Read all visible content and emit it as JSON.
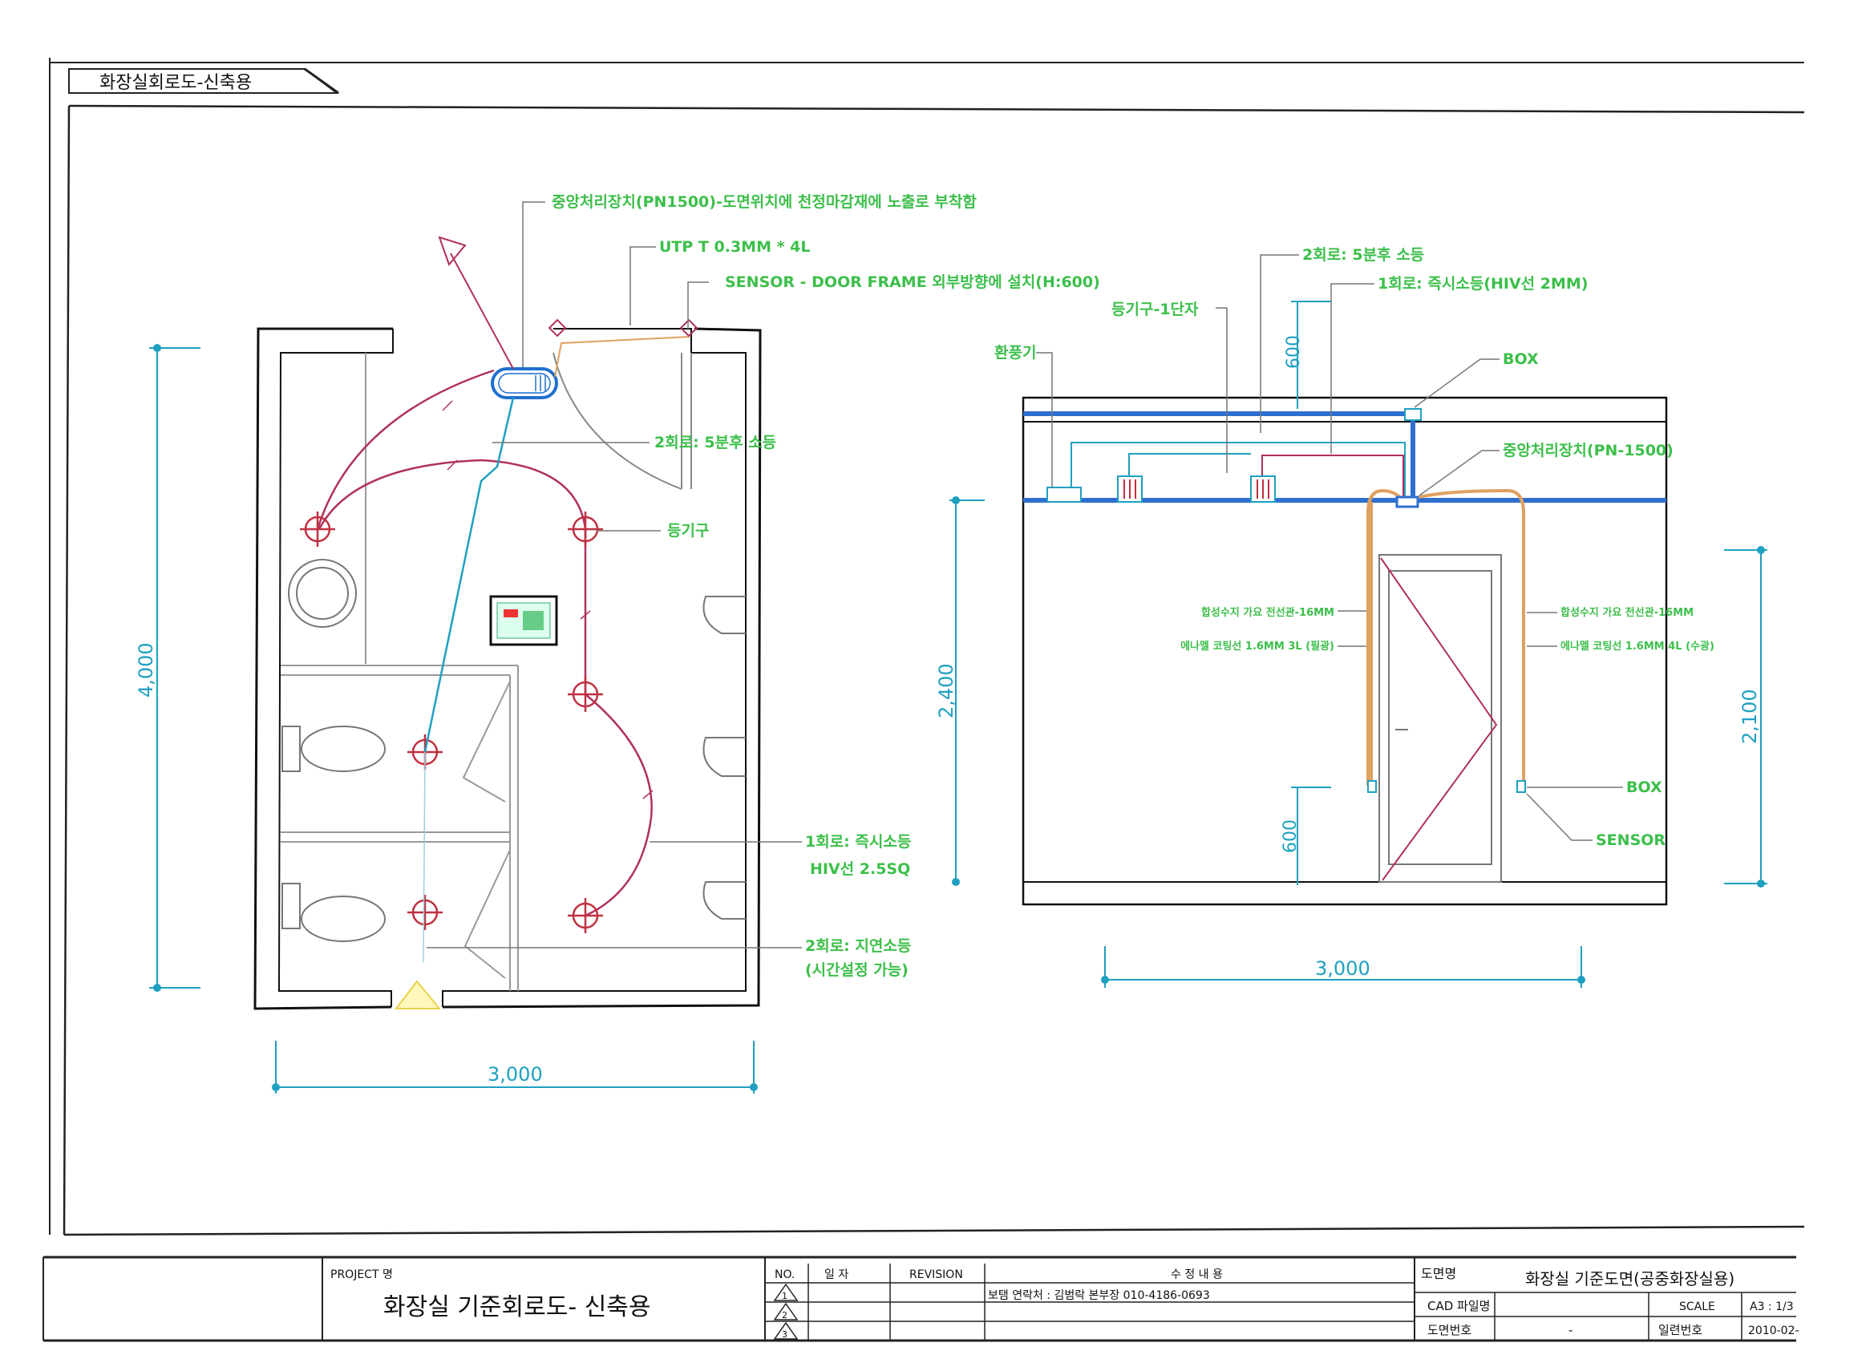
{
  "sheet": {
    "tab_title": "화장실회로도-신축용"
  },
  "plan": {
    "labels": {
      "central_unit": "중앙처리장치(PN1500)-도면위치에 천정마감재에 노출로 부착함",
      "utp": "UTP T 0.3MM * 4L",
      "sensor": "SENSOR - DOOR FRAME 외부방향에 설치(H:600)",
      "circuit2_5min": "2회로: 5분후 소등",
      "fixture": "등기구",
      "circuit1_a": "1회로: 즉시소등",
      "circuit1_b": "HIV선 2.5SQ",
      "circuit2_delay_a": "2회로: 지연소등",
      "circuit2_delay_b": "(시간설정 가능)"
    },
    "dims": {
      "height": "4,000",
      "width": "3,000"
    }
  },
  "elevation": {
    "labels": {
      "circuit2": "2회로: 5분후 소등",
      "circuit1": "1회로: 즉시소등(HIV선 2MM)",
      "fixture_terminal": "등기구-1단자",
      "fan": "환풍기",
      "box_top": "BOX",
      "central_unit": "중앙처리장치(PN-1500)",
      "conduit_left": "합성수지 가요 전선관-16MM",
      "wire_left": "에나멜 코팅선 1.6MM  3L (필광)",
      "conduit_right": "합성수지 가요 전선관-16MM",
      "wire_right": "에나멜 코팅선 1.6MM  4L (수광)",
      "box_bottom": "BOX",
      "sensor": "SENSOR"
    },
    "dims": {
      "top_600": "600",
      "bottom_600": "600",
      "height_2400": "2,400",
      "height_2100": "2,100",
      "width": "3,000"
    }
  },
  "title_block": {
    "project_label": "PROJECT 명",
    "project_name": "화장실 기준회로도- 신축용",
    "no_header": "NO.",
    "date_header": "일   자",
    "revision_header": "REVISION",
    "contents_header": "수 정 내 용",
    "rev_nos": [
      "1",
      "2",
      "3"
    ],
    "rev_contents": [
      "보탬 연락처 : 김범락 본부장 010-4186-0693",
      "",
      ""
    ],
    "drawing_name_label": "도면명",
    "drawing_name": "화장실 기준도면(공중화장실용)",
    "cad_file_label": "CAD 파일명",
    "scale_label": "SCALE",
    "scale_value": "A3 : 1/3",
    "drawing_no_label": "도면번호",
    "drawing_no_value": "-",
    "serial_label": "일련번호",
    "serial_value": "2010-02-"
  },
  "colors": {
    "green": "#3cbf4a",
    "cyan": "#1fa0c0",
    "magenta": "#b03060",
    "blue": "#2e6fd0",
    "orange": "#e0a060"
  }
}
